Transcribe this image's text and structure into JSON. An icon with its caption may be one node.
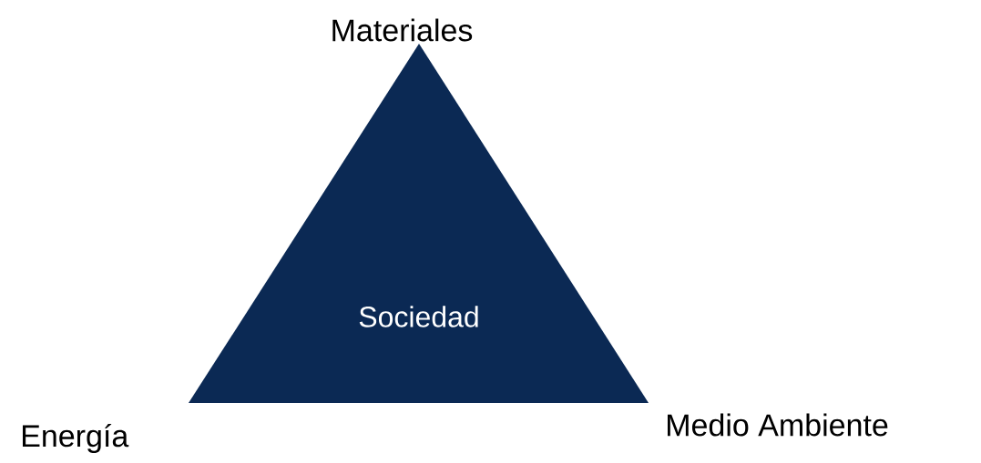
{
  "diagram": {
    "nodes": [
      {
        "text": [
          "Sociedad"
        ]
      }
    ],
    "labels": [
      "Materiales",
      "Energía",
      "Medio Ambiente"
    ]
  }
}
